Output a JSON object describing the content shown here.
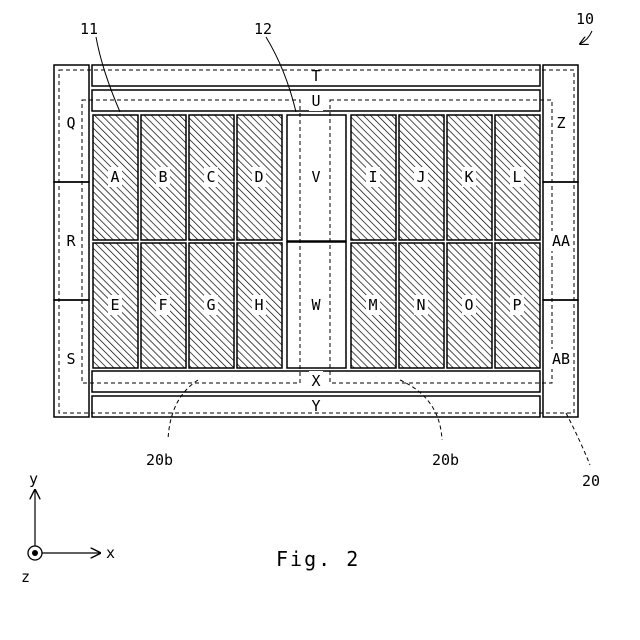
{
  "figure": {
    "caption": "Fig. 2",
    "refs": {
      "device": "10",
      "hatched_cell": "11",
      "open_cell": "12",
      "outer_region": "20",
      "sub_region_left": "20b",
      "sub_region_right": "20b"
    },
    "axes": {
      "x": "x",
      "y": "y",
      "z": "z"
    },
    "top_bars": [
      "T",
      "U"
    ],
    "bottom_bars": [
      "X",
      "Y"
    ],
    "left_side": [
      "Q",
      "R",
      "S"
    ],
    "right_side": [
      "Z",
      "AA",
      "AB"
    ],
    "center_cells": [
      "V",
      "W"
    ],
    "left_cells": [
      [
        "A",
        "B",
        "C",
        "D"
      ],
      [
        "E",
        "F",
        "G",
        "H"
      ]
    ],
    "right_cells": [
      [
        "I",
        "J",
        "K",
        "L"
      ],
      [
        "M",
        "N",
        "O",
        "P"
      ]
    ]
  }
}
